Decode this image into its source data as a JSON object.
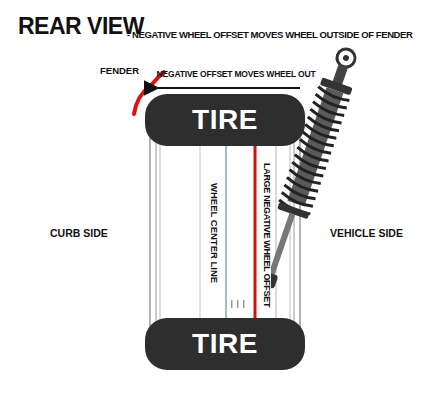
{
  "diagram": {
    "title": "REAR VIEW",
    "nodes": [
      {
        "text": [
          "TIRE"
        ]
      },
      {
        "text": [
          "TIRE"
        ]
      }
    ],
    "labels": [
      "- NEGATIVE WHEEL OFFSET MOVES WHEEL OUTSIDE OF FENDER",
      "FENDER",
      "NEGATIVE OFFSET MOVES WHEEL OUT",
      "WHEEL CENTER LINE",
      "LARGE NEGATIVE WHEEL OFFSET",
      "CURB SIDE",
      "VEHICLE SIDE"
    ]
  }
}
